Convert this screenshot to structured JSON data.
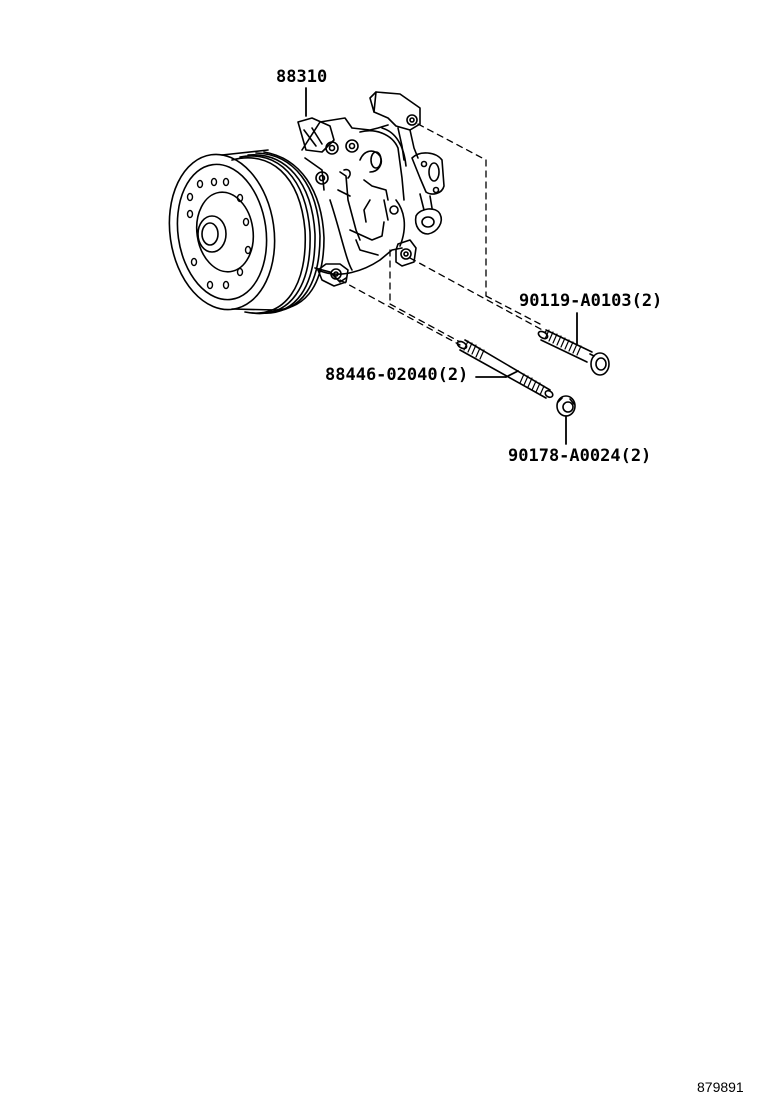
{
  "diagram": {
    "type": "exploded parts diagram",
    "subject": "A/C compressor assembly with mounting hardware",
    "diagram_id": "879891",
    "colors": {
      "line": "#000000",
      "background": "#ffffff"
    }
  },
  "callouts": [
    {
      "id": "compressor",
      "part_number": "88310",
      "label": "88310",
      "quantity": null,
      "component": "compressor-assembly"
    },
    {
      "id": "bolt",
      "part_number": "90119-A0103",
      "label": "90119-A0103(2)",
      "quantity": 2,
      "component": "flange-bolt"
    },
    {
      "id": "stud",
      "part_number": "88446-02040",
      "label": "88446-02040(2)",
      "quantity": 2,
      "component": "stud-bolt"
    },
    {
      "id": "nut",
      "part_number": "90178-A0024",
      "label": "90178-A0024(2)",
      "quantity": 2,
      "component": "nut"
    }
  ]
}
